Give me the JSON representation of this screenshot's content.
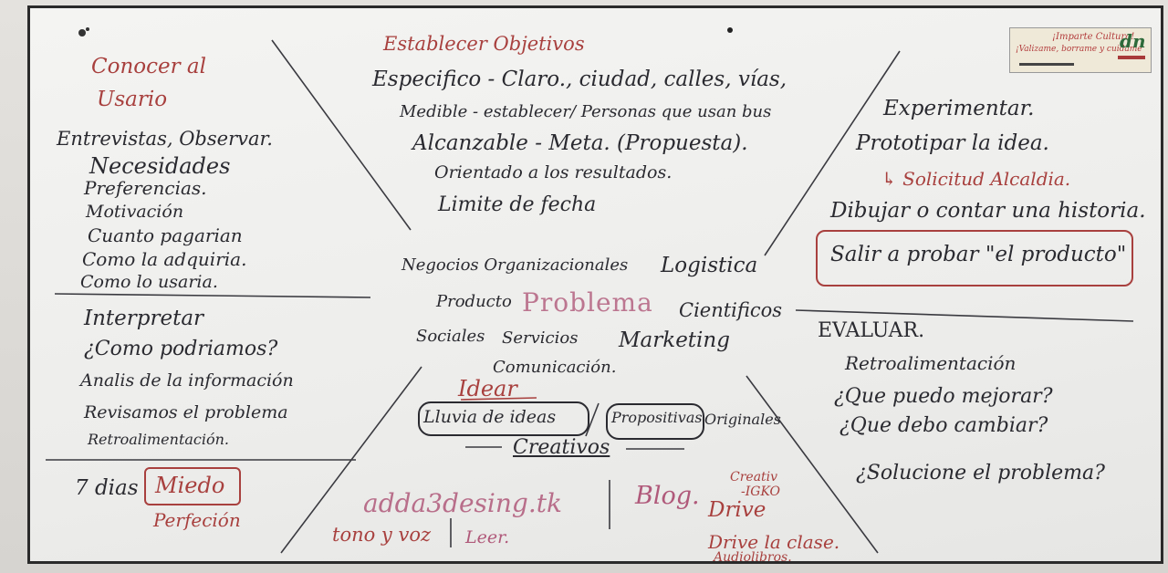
{
  "top_center": {
    "heading": "Establecer Objetivos",
    "line1": "Especifico - Claro., ciudad, calles, vías,",
    "line2": "Medible - establecer/ Personas que usan bus",
    "line3": "Alcanzable - Meta. (Propuesta).",
    "line4": "Orientado a los resultados.",
    "line5": "Limite de fecha"
  },
  "top_left": {
    "heading_a": "Conocer al",
    "heading_b": "Usario",
    "line1": "Entrevistas, Observar.",
    "line2": "Necesidades",
    "line3": "Preferencias.",
    "line4": "Motivación",
    "line5": "Cuanto pagarian",
    "line6": "Como la adquiria.",
    "line7": "Como lo usaria."
  },
  "mid_left": {
    "heading": "Interpretar",
    "line1": "¿Como podriamos?",
    "line2": "Analis de la información",
    "line3": "Revisamos el problema",
    "line4": "Retroalimentación."
  },
  "bottom_left": {
    "days": "7 dias",
    "fear": "Miedo",
    "perfection": "Perfeción"
  },
  "center": {
    "w1": "Negocios Organizacionales",
    "w2": "Logistica",
    "w3": "Producto",
    "w4": "Problema",
    "w5": "Cientificos",
    "w6": "Sociales",
    "w7": "Servicios",
    "w8": "Marketing",
    "w9": "Comunicación."
  },
  "bottom_center": {
    "heading": "Idear",
    "b1": "Lluvia de ideas",
    "b2": "Propositivas",
    "b3": "Originales",
    "creative": "Creativos",
    "site": "adda3desing.tk",
    "tone": "tono y voz",
    "read": "Leer.",
    "blog": "Blog.",
    "creativ": "Creativ",
    "kiko": "-IGKO",
    "drive": "Drive",
    "drive_class": "Drive la clase.",
    "audio": "Audiolibros."
  },
  "top_right": {
    "heading": "Experimentar.",
    "line1": "Prototipar la idea.",
    "line2": "↳ Solicitud Alcaldia.",
    "line3": "Dibujar o contar una historia.",
    "line4": "Salir a probar \"el producto\""
  },
  "bottom_right": {
    "heading": "EVALUAR.",
    "line1": "Retroalimentación",
    "line2": "¿Que puedo mejorar?",
    "line3": "¿Que debo cambiar?",
    "line4": "¿Solucione el problema?"
  },
  "sticker": {
    "l1": "¡Imparte Cultura!",
    "l2": "¡Valizame, borrame y cuidame",
    "logo": "dn"
  },
  "colors": {
    "marker_black": "#2a2a30",
    "marker_red": "#a8403e",
    "marker_pink": "#b0597a",
    "board": "#f0f0ee",
    "frame": "#2a2a2a"
  }
}
